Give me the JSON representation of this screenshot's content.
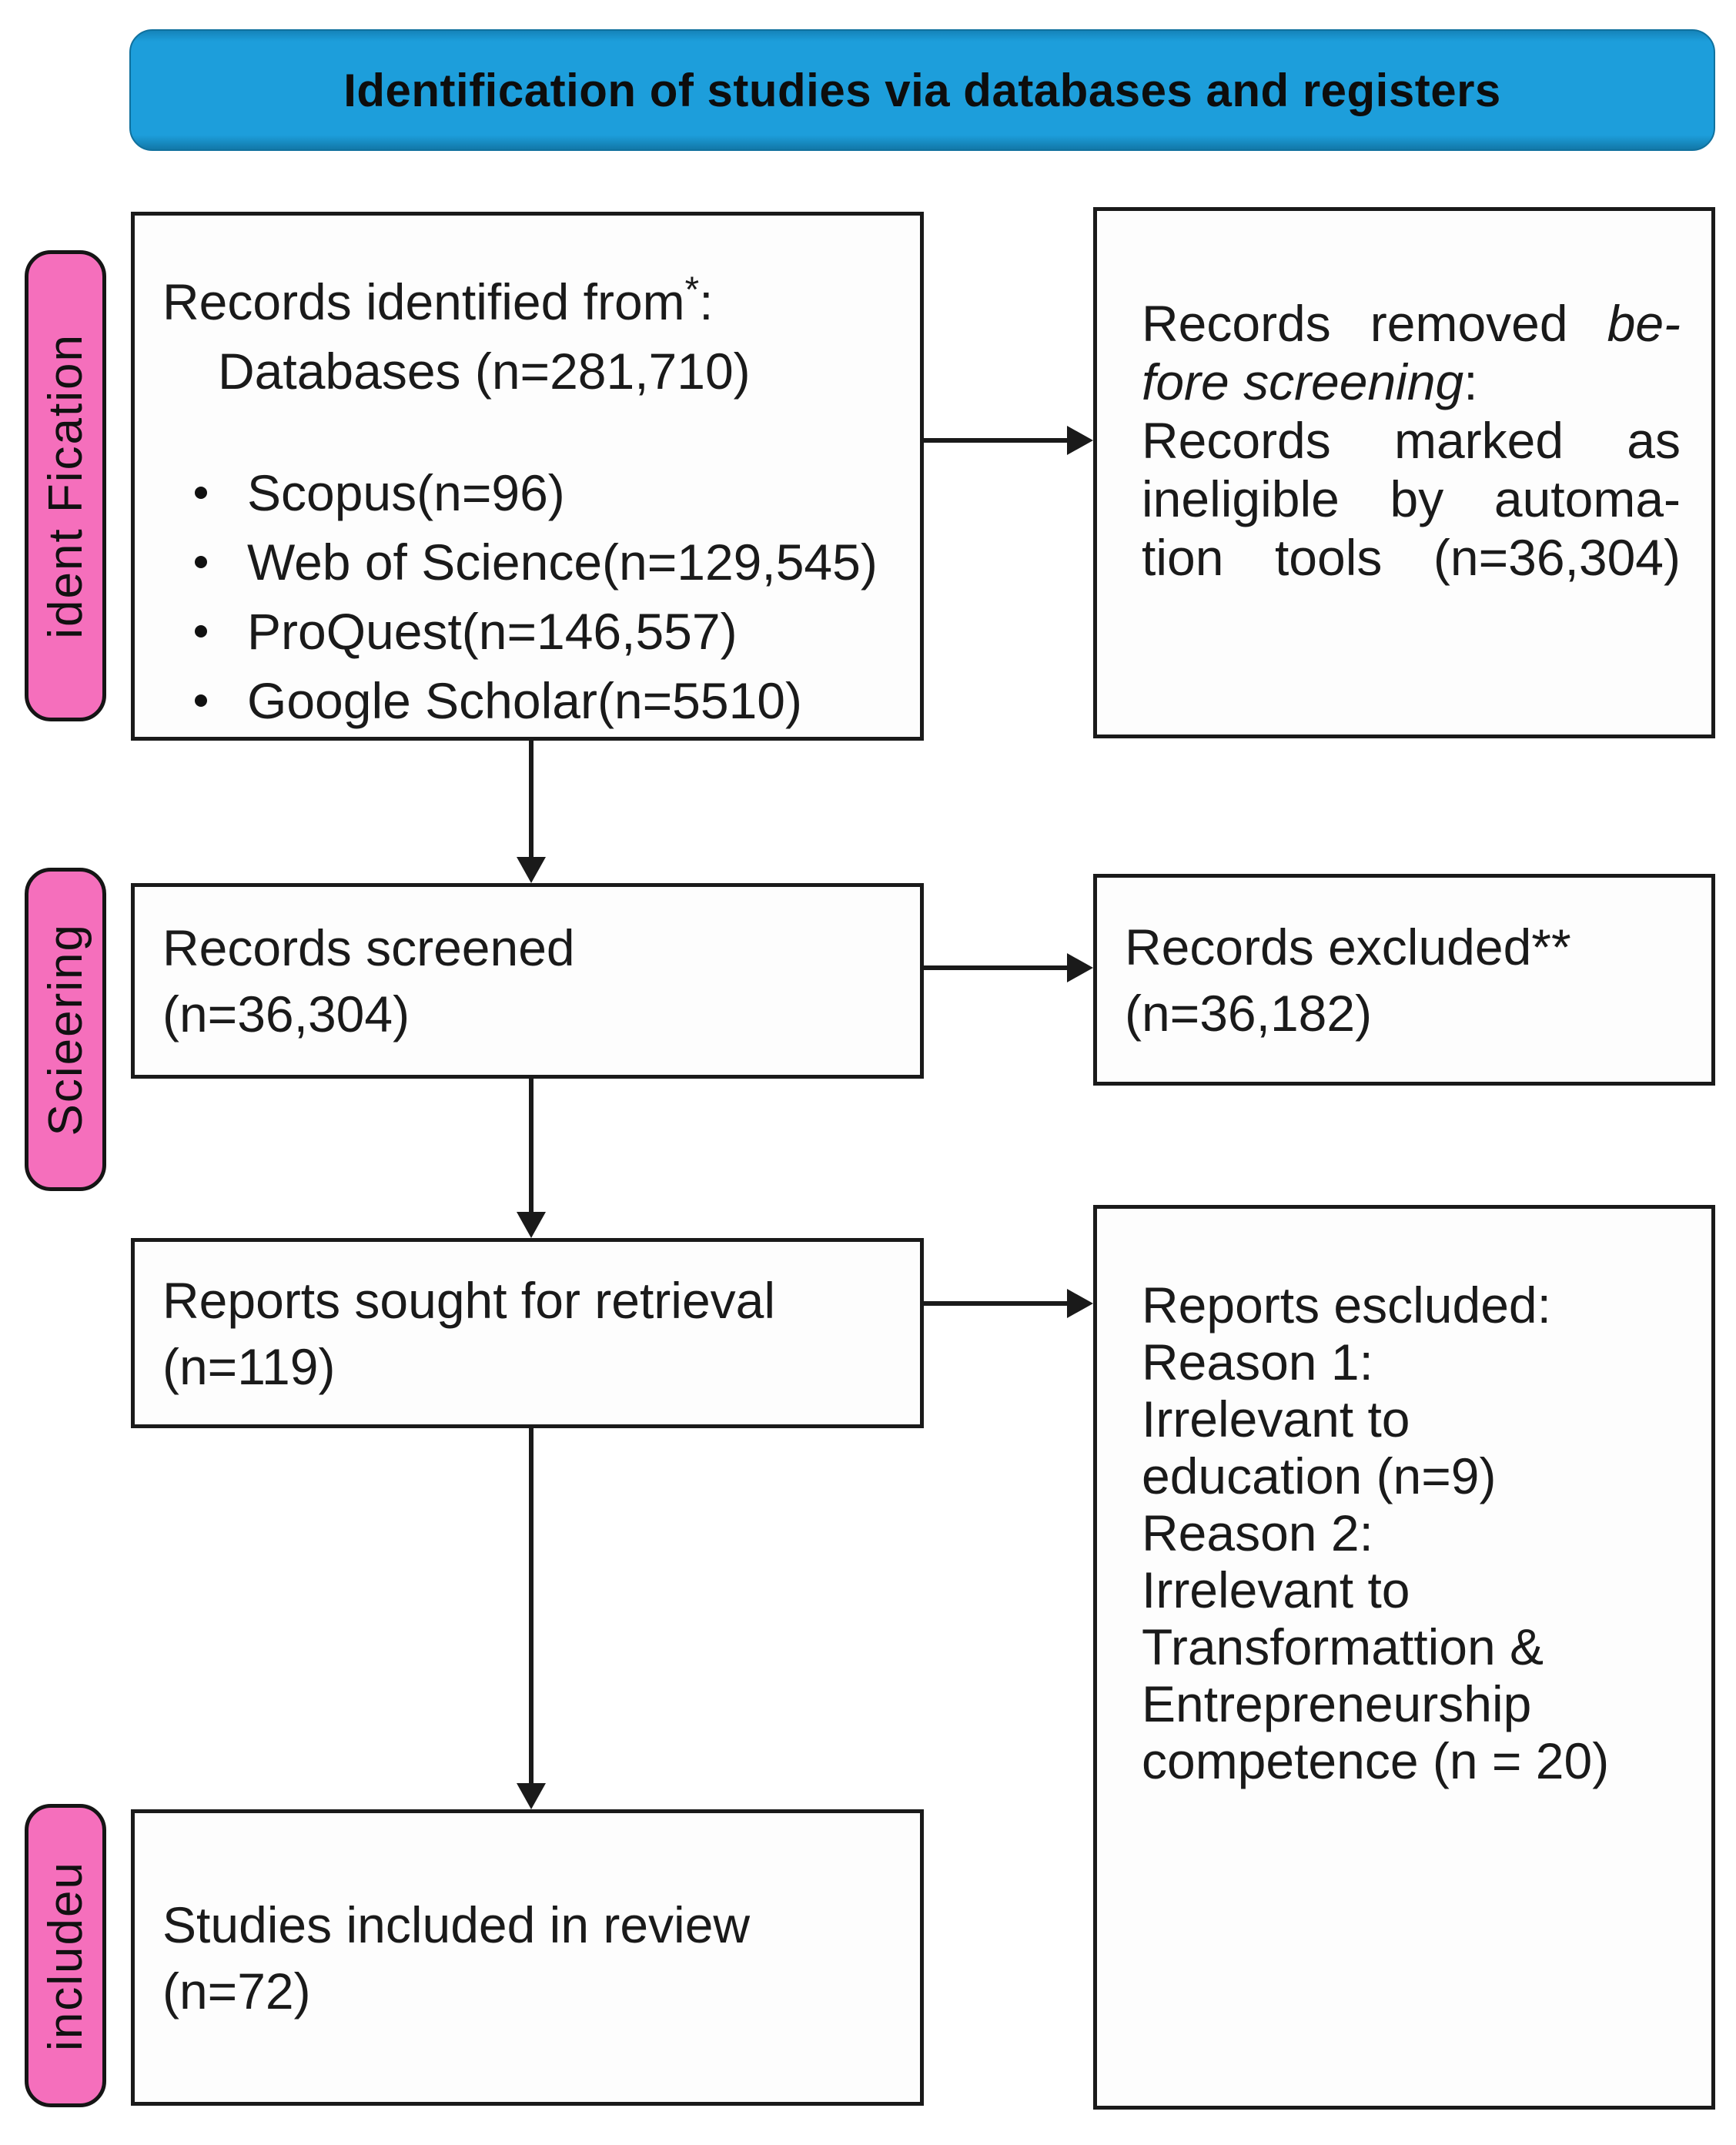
{
  "title": "Identification of studies via databases and registers",
  "colors": {
    "banner_blue": "#1d9edb",
    "label_pink": "#f56fbc",
    "line_black": "#1a1a1a"
  },
  "side_labels": [
    {
      "text": "ident Fication"
    },
    {
      "text": "Scieering"
    },
    {
      "text": "includeu"
    }
  ],
  "boxes": {
    "identified": {
      "line1_prefix": "Records identified from",
      "line1_sup": "*",
      "line1_suffix": ":",
      "line2": "Databases (n=281,710)",
      "bullets": [
        "Scopus(n=96)",
        "Web of Science(n=129,545)",
        "ProQuest(n=146,557)",
        "Google Scholar(n=5510)"
      ]
    },
    "removed": {
      "l1a": "Records removed ",
      "l1b": "be-",
      "l2a": "fore screening",
      "l2b": ":",
      "l3": "Records marked as",
      "l4": "ineligible by automa-",
      "l5": "tion tools (n=36,304)"
    },
    "screened": {
      "l1": "Records screened",
      "l2": "(n=36,304)"
    },
    "excluded": {
      "l1": "Records excluded**",
      "l2": "(n=36,182)"
    },
    "sought": {
      "l1": "Reports sought for retrieval",
      "l2": "(n=119)"
    },
    "reports_excluded": {
      "lines": [
        "Reports escluded:",
        "Reason 1:",
        "Irrelevant to",
        "education (n=9)",
        "Reason 2:",
        "Irrelevant to",
        "Transformattion &",
        "Entrepreneurship",
        "competence (n = 20)"
      ]
    },
    "included": {
      "l1": "Studies included in review",
      "l2": "(n=72)"
    }
  }
}
